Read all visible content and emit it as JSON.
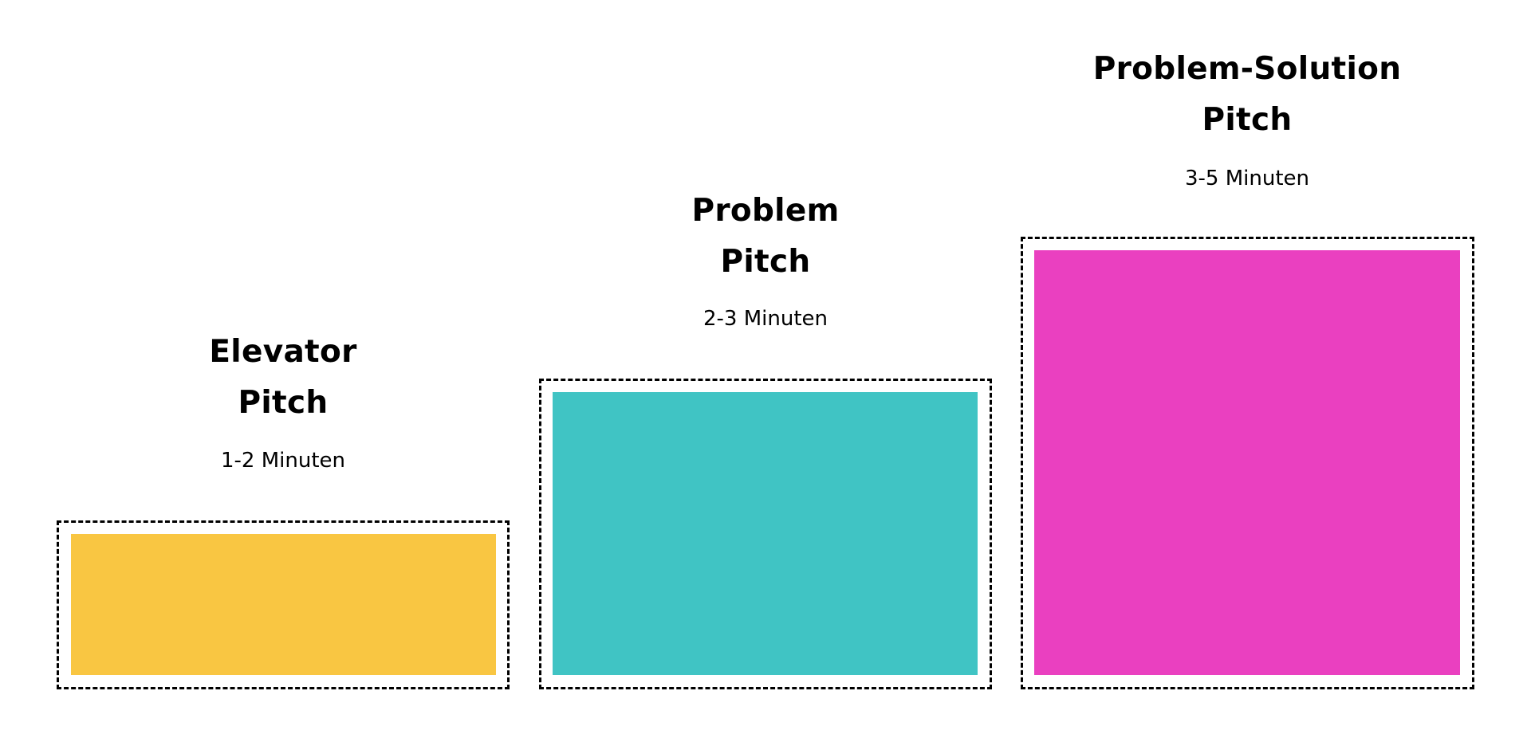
{
  "pitches": [
    {
      "title_line1": "Elevator",
      "title_line2": "Pitch",
      "duration": "1-2 Minuten",
      "color": "#F9C642"
    },
    {
      "title_line1": "Problem",
      "title_line2": "Pitch",
      "duration": "2-3 Minuten",
      "color": "#40C4C4"
    },
    {
      "title_line1": "Problem-Solution",
      "title_line2": "Pitch",
      "duration": "3-5 Minuten",
      "color": "#EA40C0"
    }
  ],
  "chart_data": {
    "type": "bar",
    "categories": [
      "Elevator Pitch",
      "Problem Pitch",
      "Problem-Solution Pitch"
    ],
    "labels": [
      "1-2 Minuten",
      "2-3 Minuten",
      "3-5 Minuten"
    ],
    "values_relative_height": [
      1,
      2,
      3
    ],
    "colors": [
      "#F9C642",
      "#40C4C4",
      "#EA40C0"
    ],
    "title": "",
    "xlabel": "",
    "ylabel": ""
  }
}
